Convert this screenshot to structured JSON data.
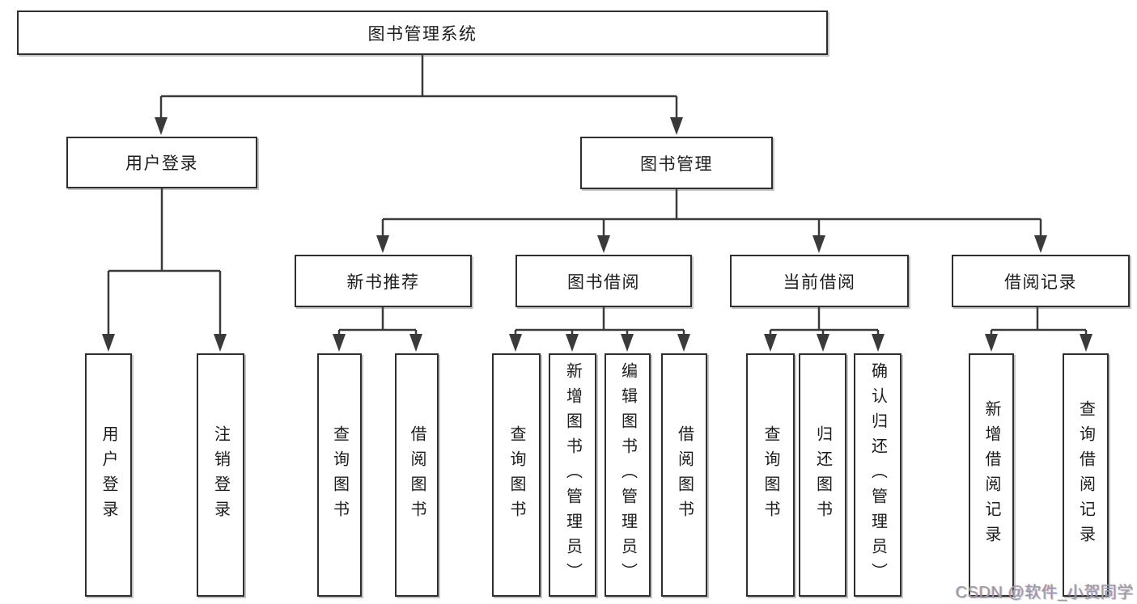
{
  "tree": {
    "root": {
      "label": "图书管理系统"
    },
    "level2": {
      "user_login": {
        "label": "用户登录"
      },
      "book_management": {
        "label": "图书管理"
      }
    },
    "level3": {
      "new_book_recommend": {
        "label": "新书推荐"
      },
      "book_borrow": {
        "label": "图书借阅"
      },
      "current_borrow": {
        "label": "当前借阅"
      },
      "borrow_records": {
        "label": "借阅记录"
      }
    },
    "leaves": {
      "user_login": [
        "用户登录",
        "注销登录"
      ],
      "new_book_recommend": [
        "查询图书",
        "借阅图书"
      ],
      "book_borrow": [
        "查询图书",
        "新增图书（管理员）",
        "编辑图书（管理员）",
        "借阅图书"
      ],
      "current_borrow": [
        "查询图书",
        "归还图书",
        "确认归还（管理员）"
      ],
      "borrow_records": [
        "新增借阅记录",
        "查询借阅记录"
      ]
    }
  },
  "watermark": {
    "text": "CSDN @软件_小贺同学"
  },
  "colors": {
    "line": "#3a3a3a",
    "box_border": "#2f2f2f",
    "box_fill": "#ffffff",
    "text": "#1c1c1c",
    "watermark": "#9b9b9b",
    "background": "#ffffff"
  }
}
